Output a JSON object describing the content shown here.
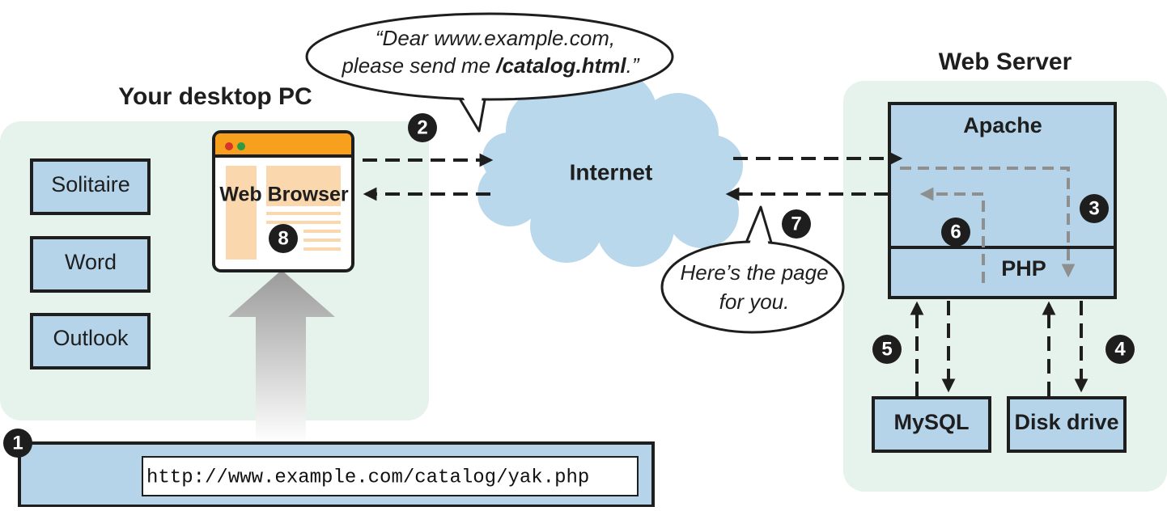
{
  "speech_request": {
    "line1": "“Dear www.example.com,",
    "line2_prefix": "please send me ",
    "line2_bold": "/catalog.html",
    "line2_suffix": ".”"
  },
  "speech_response": {
    "line1": "Here’s the page",
    "line2": "for you."
  },
  "desktop": {
    "title": "Your desktop PC",
    "apps": [
      "Solitaire",
      "Word",
      "Outlook"
    ],
    "browser_label": "Web Browser"
  },
  "internet": {
    "label": "Internet"
  },
  "server": {
    "title": "Web Server",
    "apache_label": "Apache",
    "php_label": "PHP",
    "mysql_label": "MySQL",
    "disk_label": "Disk drive"
  },
  "address_bar": {
    "url": "http://www.example.com/catalog/yak.php"
  },
  "steps": [
    "1",
    "2",
    "3",
    "4",
    "5",
    "6",
    "7",
    "8"
  ],
  "colors": {
    "panel_green": "#e6f2ec",
    "box_blue": "#b5d4ea",
    "cloud_blue": "#b9d8ec",
    "browser_orange": "#f6a01e",
    "browser_peach": "#fbd7ad",
    "dark": "#1e1e1e"
  }
}
